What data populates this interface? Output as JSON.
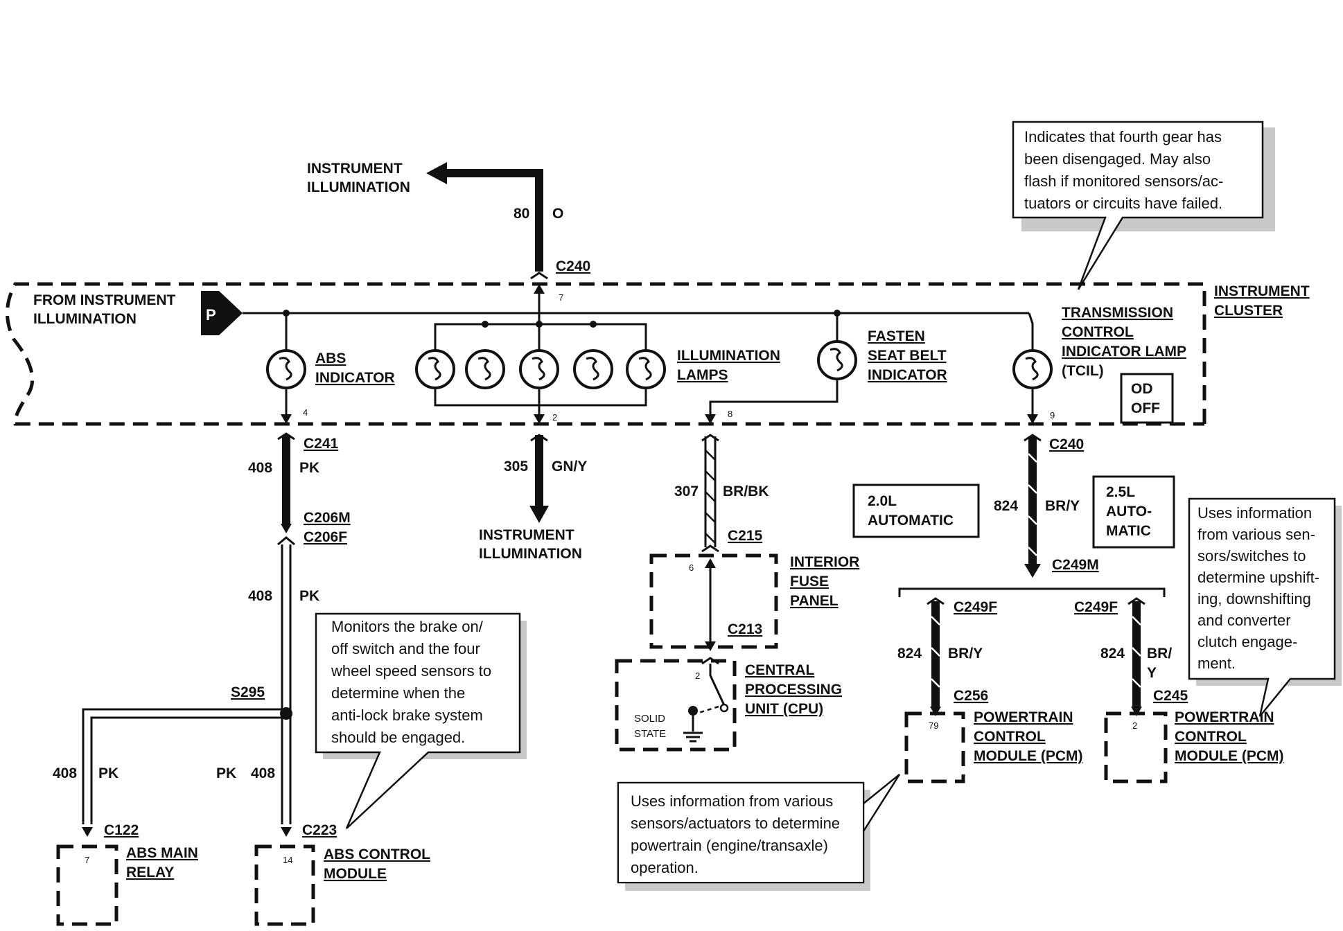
{
  "labels": {
    "instrument_illum_top": [
      "INSTRUMENT",
      "ILLUMINATION"
    ],
    "instrument_illum_mid": [
      "INSTRUMENT",
      "ILLUMINATION"
    ],
    "from_instrument": [
      "FROM INSTRUMENT",
      "ILLUMINATION"
    ],
    "instrument_cluster": [
      "INSTRUMENT",
      "CLUSTER"
    ],
    "abs_indicator": [
      "ABS",
      "INDICATOR"
    ],
    "illumination_lamps": [
      "ILLUMINATION",
      "LAMPS"
    ],
    "fasten_seat_belt": [
      "FASTEN",
      "SEAT BELT",
      "INDICATOR"
    ],
    "tcil": [
      "TRANSMISSION",
      "CONTROL",
      "INDICATOR LAMP",
      "(TCIL)"
    ],
    "od_off": [
      "OD",
      "OFF"
    ],
    "interior_fuse_panel": [
      "INTERIOR",
      "FUSE",
      "PANEL"
    ],
    "cpu": [
      "CENTRAL",
      "PROCESSING",
      "UNIT (CPU)"
    ],
    "solid_state": [
      "SOLID",
      "STATE"
    ],
    "abs_main_relay": [
      "ABS MAIN",
      "RELAY"
    ],
    "abs_control_module": [
      "ABS CONTROL",
      "MODULE"
    ],
    "pcm_left": [
      "POWERTRAIN",
      "CONTROL",
      "MODULE (PCM)"
    ],
    "pcm_right": [
      "POWERTRAIN",
      "CONTROL",
      "MODULE (PCM)"
    ],
    "engine_20": [
      "2.0L",
      "AUTOMATIC"
    ],
    "engine_25": [
      "2.5L",
      "AUTO-",
      "MATIC"
    ],
    "p_symbol": "P"
  },
  "connectors": {
    "c240_top": "C240",
    "c240_right": "C240",
    "c241": "C241",
    "c206m": "C206M",
    "c206f": "C206F",
    "c215": "C215",
    "c213": "C213",
    "c249m": "C249M",
    "c249f_left": "C249F",
    "c249f_right": "C249F",
    "c256": "C256",
    "c245": "C245",
    "c122": "C122",
    "c223": "C223",
    "s295": "S295"
  },
  "wires": {
    "w80": {
      "num": "80",
      "color": "O"
    },
    "w305": {
      "num": "305",
      "color": "GN/Y"
    },
    "w307": {
      "num": "307",
      "color": "BR/BK"
    },
    "w408_a": {
      "num": "408",
      "color": "PK"
    },
    "w408_b": {
      "num": "408",
      "color": "PK"
    },
    "w408_c": {
      "num": "408",
      "color": "PK"
    },
    "w408_d": {
      "num": "408",
      "color": "PK"
    },
    "w824_a": {
      "num": "824",
      "color": "BR/Y"
    },
    "w824_b": {
      "num": "824",
      "color": "BR/Y"
    },
    "w824_c": {
      "num": "824",
      "color": "BR/",
      "color2": "Y"
    }
  },
  "pins": {
    "p7": "7",
    "p4": "4",
    "p2": "2",
    "p8": "8",
    "p9": "9",
    "p6": "6",
    "p2cpu": "2",
    "p79": "79",
    "p2pcm": "2",
    "p7relay": "7",
    "p14": "14"
  },
  "notes": {
    "tcil_note": [
      "Indicates that fourth gear has",
      "been disengaged. May also",
      "flash if monitored sensors/ac-",
      "tuators or circuits have failed."
    ],
    "abs_note": [
      "Monitors the brake on/",
      "off switch and the four",
      "wheel speed sensors to",
      "determine when the",
      "anti-lock brake system",
      "should be engaged."
    ],
    "pcm_note": [
      "Uses information from various",
      "sensors/actuators to determine",
      "powertrain (engine/transaxle)",
      "operation."
    ],
    "shift_note": [
      "Uses information",
      "from various sen-",
      "sors/switches to",
      "determine upshift-",
      "ing, downshifting",
      "and converter",
      "clutch engage-",
      "ment."
    ]
  }
}
